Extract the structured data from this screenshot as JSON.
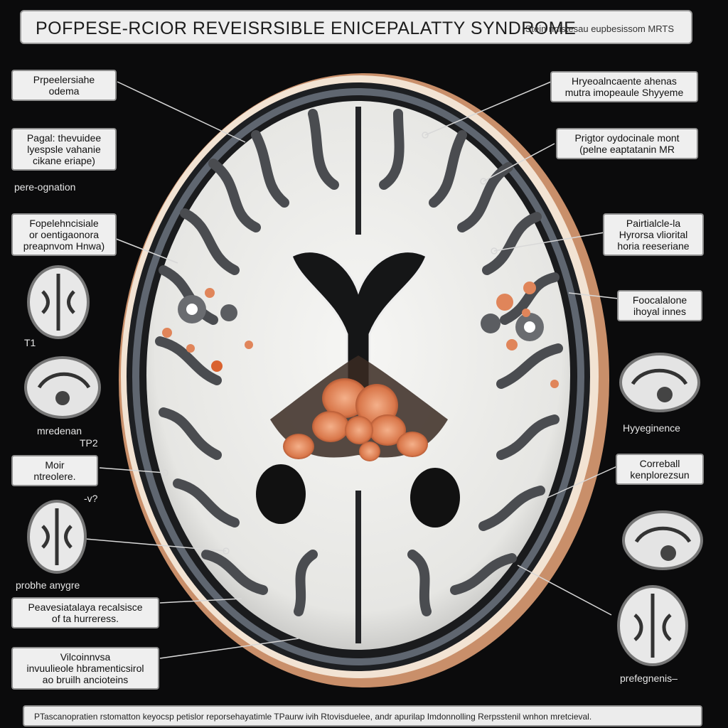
{
  "title": "POFPESE-RCIOR REVEISRSIBLE ENICEPALATTY SYNDROME",
  "subtitle": "Stein nnistesau eupbesissom MRTS",
  "labels_left": [
    {
      "lines": [
        "Prpeelersiahe",
        "odema"
      ]
    },
    {
      "lines": [
        "Pagal: thevuidee",
        "lyespsle vahanie",
        "cikane eriape)"
      ]
    },
    {
      "lines": [
        "Fopelehncisiale",
        "or oentigaonora",
        "preapnvom Hnwa)"
      ]
    },
    {
      "lines": [
        "Moir",
        "ntreolere."
      ]
    },
    {
      "lines": [
        "Peavesiatalaya recalsisce",
        "of ta hurreress."
      ]
    },
    {
      "lines": [
        "Vilcoinnvsa",
        "invuulieole hbramenticsirol",
        "ao bruilh ancioteins"
      ]
    }
  ],
  "labels_right": [
    {
      "lines": [
        "Hryeoalncaente ahenas",
        "mutra imopeaule Shyyeme"
      ]
    },
    {
      "lines": [
        "Prigtor oydocinale mont",
        "(pelne eaptatanin MR"
      ]
    },
    {
      "lines": [
        "Pairtialcle-la",
        "Hyrorsa vliorital",
        "horia reeseriane"
      ]
    },
    {
      "lines": [
        "Foocalalone",
        "ihoyal innes"
      ]
    },
    {
      "lines": [
        "Correball",
        "kenplorezsun"
      ]
    }
  ],
  "free_text": {
    "pere": "pere-ognation",
    "t1": "T1",
    "mredenan": "mredenan",
    "tp2": "TP2",
    "v": "-v?",
    "probhe": "probhe anygre",
    "hyperintense": "Hyyeginence",
    "prefegnenis": "prefegnenis–"
  },
  "footer": "PTascanopratien rstomatton keyocsp petislor reporsehayatimle TPaurw ivih Rtovisduelee, andr apurilap Imdonnolling Rerpsstenil wnhon mretcieval.",
  "colors": {
    "background": "#0b0b0c",
    "label_bg": "#efefef",
    "lesion": "#e0855a",
    "skull_rim": "#c98f6a"
  },
  "icons": [
    "brain-axial-thumb-icon",
    "brain-sagittal-thumb-icon"
  ]
}
